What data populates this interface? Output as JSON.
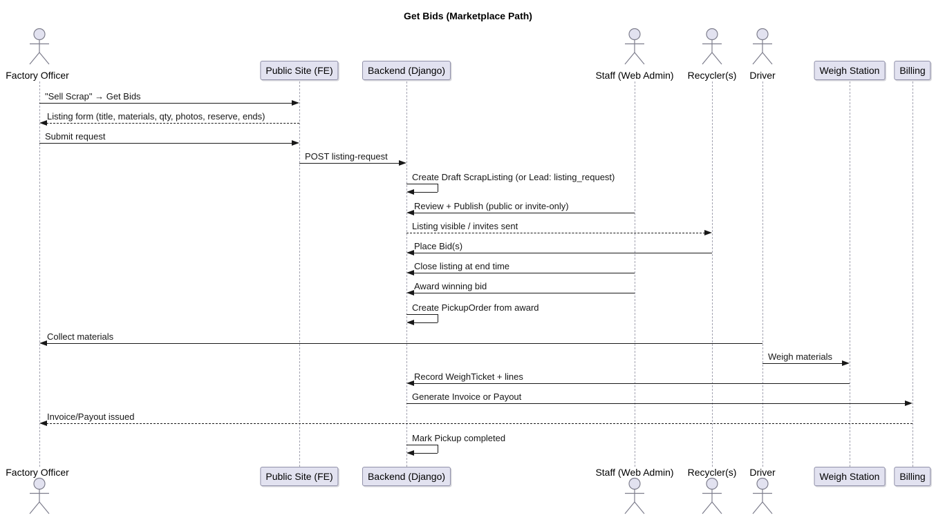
{
  "diagram": {
    "type": "sequence",
    "title": "Get Bids (Marketplace Path)"
  },
  "participants": [
    {
      "label": "Factory Officer",
      "kind": "actor"
    },
    {
      "label": "Public Site (FE)",
      "kind": "participant"
    },
    {
      "label": "Backend (Django)",
      "kind": "participant"
    },
    {
      "label": "Staff (Web Admin)",
      "kind": "actor"
    },
    {
      "label": "Recycler(s)",
      "kind": "actor"
    },
    {
      "label": "Driver",
      "kind": "actor"
    },
    {
      "label": "Weigh Station",
      "kind": "participant"
    },
    {
      "label": "Billing",
      "kind": "participant"
    }
  ],
  "messages": [
    {
      "label": "\"Sell Scrap\" → Get Bids",
      "from": "Factory Officer",
      "to": "Public Site (FE)",
      "line": "solid"
    },
    {
      "label": "Listing form (title, materials, qty, photos, reserve, ends)",
      "from": "Public Site (FE)",
      "to": "Factory Officer",
      "line": "dashed"
    },
    {
      "label": "Submit request",
      "from": "Factory Officer",
      "to": "Public Site (FE)",
      "line": "solid"
    },
    {
      "label": "POST listing-request",
      "from": "Public Site (FE)",
      "to": "Backend (Django)",
      "line": "solid"
    },
    {
      "label": "Create Draft ScrapListing (or Lead: listing_request)",
      "from": "Backend (Django)",
      "to": "Backend (Django)",
      "line": "self"
    },
    {
      "label": "Review + Publish (public or invite-only)",
      "from": "Staff (Web Admin)",
      "to": "Backend (Django)",
      "line": "solid"
    },
    {
      "label": "Listing visible / invites sent",
      "from": "Backend (Django)",
      "to": "Recycler(s)",
      "line": "dashed"
    },
    {
      "label": "Place Bid(s)",
      "from": "Recycler(s)",
      "to": "Backend (Django)",
      "line": "solid"
    },
    {
      "label": "Close listing at end time",
      "from": "Staff (Web Admin)",
      "to": "Backend (Django)",
      "line": "solid"
    },
    {
      "label": "Award winning bid",
      "from": "Staff (Web Admin)",
      "to": "Backend (Django)",
      "line": "solid"
    },
    {
      "label": "Create PickupOrder from award",
      "from": "Backend (Django)",
      "to": "Backend (Django)",
      "line": "self"
    },
    {
      "label": "Collect materials",
      "from": "Driver",
      "to": "Factory Officer",
      "line": "solid"
    },
    {
      "label": "Weigh materials",
      "from": "Driver",
      "to": "Weigh Station",
      "line": "solid"
    },
    {
      "label": "Record WeighTicket + lines",
      "from": "Weigh Station",
      "to": "Backend (Django)",
      "line": "solid"
    },
    {
      "label": "Generate Invoice or Payout",
      "from": "Backend (Django)",
      "to": "Billing",
      "line": "solid"
    },
    {
      "label": "Invoice/Payout issued",
      "from": "Billing",
      "to": "Factory Officer",
      "line": "dashed"
    },
    {
      "label": "Mark Pickup completed",
      "from": "Backend (Django)",
      "to": "Backend (Django)",
      "line": "self"
    }
  ],
  "colors": {
    "participant_fill": "#E2E2F0",
    "participant_border": "#8f8fa8",
    "message_line": "#181818",
    "lifeline": "#a2a2b0",
    "text": "#111111",
    "background": "#ffffff"
  }
}
